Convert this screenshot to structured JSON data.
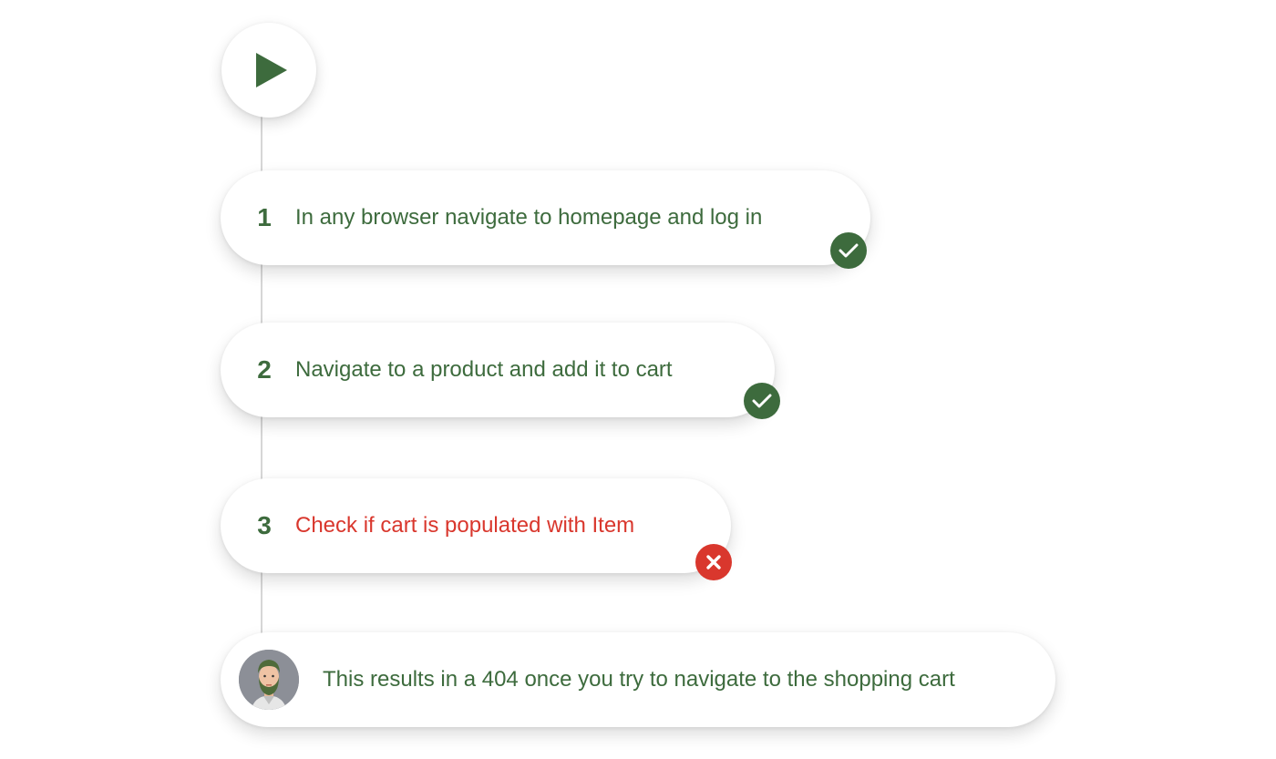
{
  "timeline": {
    "start_icon": "play-icon",
    "steps": [
      {
        "number": "1",
        "text": "In any browser navigate to homepage and log in",
        "status": "passed",
        "status_icon": "check-icon"
      },
      {
        "number": "2",
        "text": "Navigate to a product and add it to cart",
        "status": "passed",
        "status_icon": "check-icon"
      },
      {
        "number": "3",
        "text": "Check if cart is populated with Item",
        "status": "failed",
        "status_icon": "close-icon"
      }
    ],
    "comment": {
      "avatar_icon": "user-avatar",
      "text": "This results in a 404 once you try to navigate to the shopping cart"
    }
  },
  "colors": {
    "accent_green": "#3d6b3d",
    "error_red": "#d9372d"
  }
}
